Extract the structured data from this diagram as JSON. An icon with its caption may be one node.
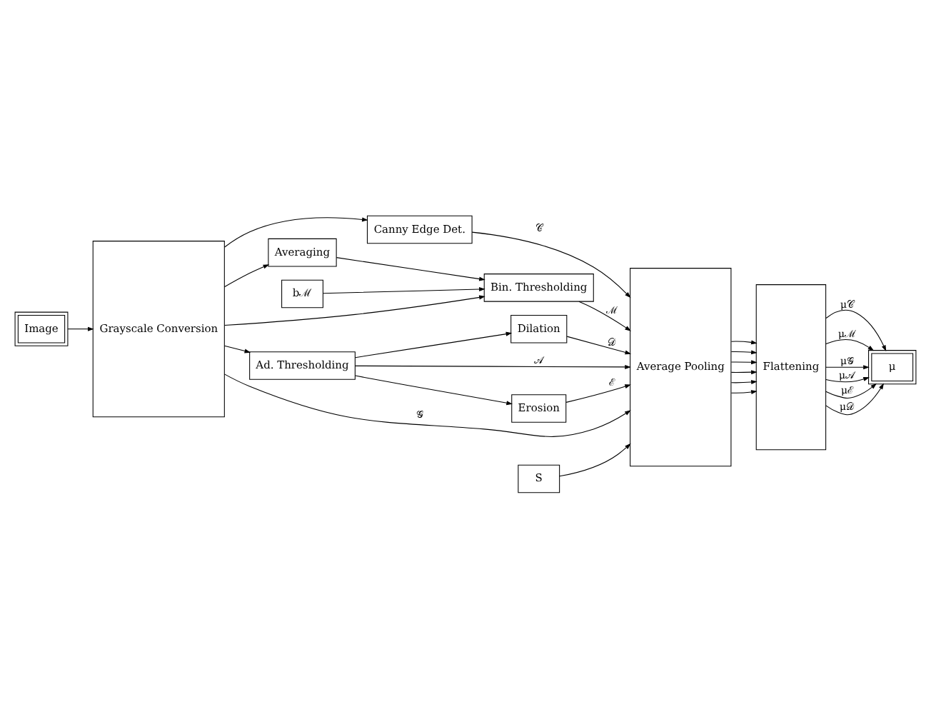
{
  "diagram": {
    "nodes": [
      {
        "text": [
          "Image"
        ]
      },
      {
        "text": [
          "Grayscale Conversion"
        ]
      },
      {
        "text": [
          "Canny Edge Det."
        ]
      },
      {
        "text": [
          "Bin. Thresholding"
        ]
      },
      {
        "text": [
          "Averaging"
        ]
      },
      {
        "text": [
          "bℳ"
        ]
      },
      {
        "text": [
          "Ad. Thresholding"
        ]
      },
      {
        "text": [
          "Erosion"
        ]
      },
      {
        "text": [
          "Dilation"
        ]
      },
      {
        "text": [
          "S"
        ]
      },
      {
        "text": [
          "Average Pooling"
        ]
      },
      {
        "text": [
          "Flattening"
        ]
      },
      {
        "text": [
          "μ"
        ]
      }
    ],
    "edges": [
      {
        "from": 0,
        "to": 1,
        "arrow": "to"
      },
      {
        "from": 1,
        "to": 2,
        "arrow": "to"
      },
      {
        "from": 1,
        "to": 3,
        "arrow": "to"
      },
      {
        "from": 1,
        "to": 4,
        "arrow": "to"
      },
      {
        "from": 1,
        "to": 6,
        "arrow": "to"
      },
      {
        "from": 1,
        "to": 10,
        "arrow": "to",
        "label": "𝒢"
      },
      {
        "from": 4,
        "to": 3,
        "arrow": "to"
      },
      {
        "from": 5,
        "to": 3,
        "arrow": "to"
      },
      {
        "from": 6,
        "to": 7,
        "arrow": "to"
      },
      {
        "from": 6,
        "to": 8,
        "arrow": "to"
      },
      {
        "from": 2,
        "to": 10,
        "arrow": "to",
        "label": "𝒞"
      },
      {
        "from": 3,
        "to": 10,
        "arrow": "to",
        "label": "ℳ"
      },
      {
        "from": 6,
        "to": 10,
        "arrow": "to",
        "label": "𝒜"
      },
      {
        "from": 7,
        "to": 10,
        "arrow": "to",
        "label": "ℰ"
      },
      {
        "from": 8,
        "to": 10,
        "arrow": "to",
        "label": "𝒟"
      },
      {
        "from": 9,
        "to": 10,
        "arrow": "to"
      },
      {
        "from": 10,
        "to": 11,
        "arrow": "to"
      },
      {
        "from": 10,
        "to": 11,
        "arrow": "to"
      },
      {
        "from": 10,
        "to": 11,
        "arrow": "to"
      },
      {
        "from": 10,
        "to": 11,
        "arrow": "to"
      },
      {
        "from": 10,
        "to": 11,
        "arrow": "to"
      },
      {
        "from": 10,
        "to": 11,
        "arrow": "to"
      },
      {
        "from": 11,
        "to": 12,
        "arrow": "to",
        "label": "μ𝒞"
      },
      {
        "from": 11,
        "to": 12,
        "arrow": "to",
        "label": "μℳ"
      },
      {
        "from": 11,
        "to": 12,
        "arrow": "to",
        "label": "μ𝒢"
      },
      {
        "from": 11,
        "to": 12,
        "arrow": "to",
        "label": "μ𝒜"
      },
      {
        "from": 11,
        "to": 12,
        "arrow": "to",
        "label": "μℰ"
      },
      {
        "from": 11,
        "to": 12,
        "arrow": "to",
        "label": "μ𝒟"
      }
    ]
  }
}
